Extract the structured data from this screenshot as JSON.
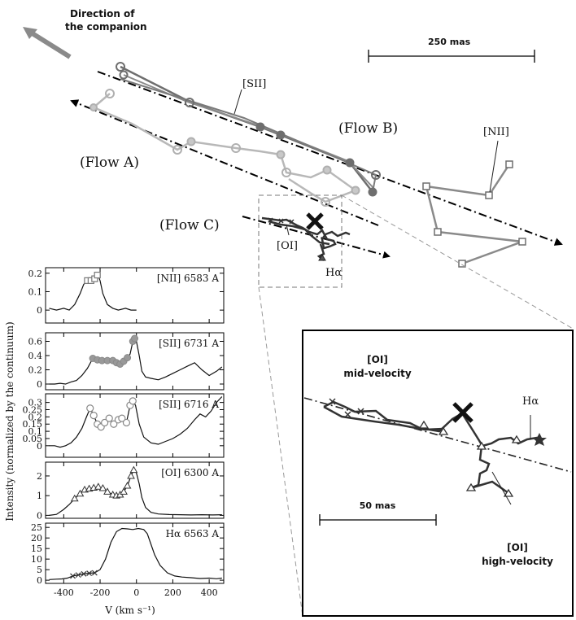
{
  "figure": {
    "companion_arrow_label_line1": "Direction of",
    "companion_arrow_label_line2": "the companion",
    "scale_bar_main": "250 mas",
    "label_flow_a": "(Flow A)",
    "label_flow_b": "(Flow B)",
    "label_flow_c": "(Flow C)",
    "label_sii": "[SII]",
    "label_nii": "[NII]",
    "label_oi": "[OI]",
    "label_halpha": "Hα",
    "inset": {
      "oi_mid_line1": "[OI]",
      "oi_mid_line2": "mid-velocity",
      "halpha": "Hα",
      "oi_high_line1": "[OI]",
      "oi_high_line2": "high-velocity",
      "scale_bar": "50 mas"
    },
    "colors": {
      "sii_dark": "#6e6e6e",
      "sii_light": "#b8b8b8",
      "nii": "#8a8a8a",
      "oi_halpha": "#333333",
      "axis": "#000000"
    }
  },
  "chart_data": {
    "type": "line",
    "shared_xlabel": "V (km s⁻¹)",
    "shared_ylabel": "Intensity (normalized by the continuum)",
    "xlim": [
      -500,
      480
    ],
    "x_ticks": [
      "-400",
      "-200",
      "0",
      "200",
      "400"
    ],
    "panels": [
      {
        "label": "[NII] 6583 A",
        "ylim": [
          -0.07,
          0.23
        ],
        "y_ticks": [
          "0.2",
          "0.1",
          "0"
        ],
        "x_range": [
          -480,
          0
        ],
        "spectrum": [
          [
            -480,
            0.01
          ],
          [
            -440,
            0.0
          ],
          [
            -400,
            0.01
          ],
          [
            -370,
            0.0
          ],
          [
            -340,
            0.03
          ],
          [
            -310,
            0.09
          ],
          [
            -290,
            0.14
          ],
          [
            -270,
            0.16
          ],
          [
            -250,
            0.16
          ],
          [
            -230,
            0.17
          ],
          [
            -215,
            0.2
          ],
          [
            -200,
            0.16
          ],
          [
            -185,
            0.09
          ],
          [
            -160,
            0.03
          ],
          [
            -130,
            0.01
          ],
          [
            -100,
            0.0
          ],
          [
            -60,
            0.01
          ],
          [
            -30,
            0.0
          ],
          [
            0,
            0.0
          ]
        ],
        "markers": [
          [
            -270,
            0.16
          ],
          [
            -250,
            0.16
          ],
          [
            -230,
            0.17
          ],
          [
            -215,
            0.19
          ]
        ]
      },
      {
        "label": "[SII] 6731 A",
        "ylim": [
          -0.08,
          0.72
        ],
        "y_ticks": [
          "0.6",
          "0.4",
          "0.2",
          "0"
        ],
        "x_range": [
          -480,
          480
        ],
        "spectrum": [
          [
            -480,
            0.0
          ],
          [
            -450,
            0.0
          ],
          [
            -420,
            0.01
          ],
          [
            -390,
            0.0
          ],
          [
            -360,
            0.03
          ],
          [
            -330,
            0.05
          ],
          [
            -300,
            0.12
          ],
          [
            -270,
            0.22
          ],
          [
            -240,
            0.36
          ],
          [
            -215,
            0.34
          ],
          [
            -190,
            0.33
          ],
          [
            -160,
            0.33
          ],
          [
            -130,
            0.33
          ],
          [
            -110,
            0.3
          ],
          [
            -90,
            0.28
          ],
          [
            -70,
            0.32
          ],
          [
            -50,
            0.37
          ],
          [
            -35,
            0.42
          ],
          [
            -20,
            0.6
          ],
          [
            -10,
            0.64
          ],
          [
            0,
            0.6
          ],
          [
            15,
            0.4
          ],
          [
            30,
            0.18
          ],
          [
            50,
            0.1
          ],
          [
            80,
            0.08
          ],
          [
            120,
            0.06
          ],
          [
            160,
            0.1
          ],
          [
            200,
            0.15
          ],
          [
            240,
            0.2
          ],
          [
            280,
            0.25
          ],
          [
            320,
            0.3
          ],
          [
            360,
            0.2
          ],
          [
            400,
            0.12
          ],
          [
            440,
            0.18
          ],
          [
            470,
            0.24
          ]
        ],
        "markers": [
          [
            -240,
            0.36
          ],
          [
            -215,
            0.34
          ],
          [
            -190,
            0.33
          ],
          [
            -160,
            0.33
          ],
          [
            -130,
            0.33
          ],
          [
            -110,
            0.3
          ],
          [
            -90,
            0.28
          ],
          [
            -70,
            0.32
          ],
          [
            -50,
            0.37
          ],
          [
            -20,
            0.6
          ],
          [
            -10,
            0.64
          ]
        ]
      },
      {
        "label": "[SII] 6716 A",
        "ylim": [
          -0.08,
          0.36
        ],
        "y_ticks": [
          "0.3",
          "0.25",
          "0.2",
          "0.15",
          "0.1",
          "0.05",
          "0"
        ],
        "x_range": [
          -480,
          480
        ],
        "spectrum": [
          [
            -480,
            0.0
          ],
          [
            -450,
            0.0
          ],
          [
            -420,
            -0.01
          ],
          [
            -390,
            0.0
          ],
          [
            -360,
            0.02
          ],
          [
            -330,
            0.06
          ],
          [
            -300,
            0.12
          ],
          [
            -275,
            0.2
          ],
          [
            -255,
            0.26
          ],
          [
            -235,
            0.21
          ],
          [
            -215,
            0.15
          ],
          [
            -195,
            0.13
          ],
          [
            -175,
            0.16
          ],
          [
            -150,
            0.19
          ],
          [
            -125,
            0.15
          ],
          [
            -100,
            0.18
          ],
          [
            -80,
            0.19
          ],
          [
            -55,
            0.16
          ],
          [
            -35,
            0.28
          ],
          [
            -20,
            0.31
          ],
          [
            -5,
            0.28
          ],
          [
            15,
            0.15
          ],
          [
            40,
            0.06
          ],
          [
            80,
            0.02
          ],
          [
            120,
            0.01
          ],
          [
            160,
            0.03
          ],
          [
            200,
            0.05
          ],
          [
            240,
            0.08
          ],
          [
            280,
            0.12
          ],
          [
            320,
            0.18
          ],
          [
            350,
            0.22
          ],
          [
            380,
            0.2
          ],
          [
            410,
            0.24
          ],
          [
            440,
            0.3
          ],
          [
            470,
            0.34
          ]
        ],
        "markers": [
          [
            -255,
            0.26
          ],
          [
            -235,
            0.21
          ],
          [
            -215,
            0.15
          ],
          [
            -195,
            0.13
          ],
          [
            -175,
            0.16
          ],
          [
            -150,
            0.19
          ],
          [
            -125,
            0.15
          ],
          [
            -100,
            0.18
          ],
          [
            -80,
            0.19
          ],
          [
            -55,
            0.16
          ],
          [
            -35,
            0.28
          ],
          [
            -20,
            0.31
          ]
        ]
      },
      {
        "label": "[OI] 6300 A",
        "ylim": [
          -0.15,
          2.7
        ],
        "y_ticks": [
          "2",
          "1",
          "0"
        ],
        "x_range": [
          -480,
          480
        ],
        "spectrum": [
          [
            -480,
            0.0
          ],
          [
            -440,
            0.05
          ],
          [
            -400,
            0.3
          ],
          [
            -370,
            0.55
          ],
          [
            -340,
            0.85
          ],
          [
            -310,
            1.1
          ],
          [
            -285,
            1.3
          ],
          [
            -260,
            1.35
          ],
          [
            -235,
            1.4
          ],
          [
            -210,
            1.45
          ],
          [
            -185,
            1.38
          ],
          [
            -160,
            1.2
          ],
          [
            -130,
            1.05
          ],
          [
            -110,
            1.0
          ],
          [
            -90,
            1.05
          ],
          [
            -70,
            1.2
          ],
          [
            -50,
            1.5
          ],
          [
            -30,
            2.0
          ],
          [
            -15,
            2.3
          ],
          [
            0,
            2.15
          ],
          [
            15,
            1.6
          ],
          [
            30,
            0.9
          ],
          [
            50,
            0.4
          ],
          [
            80,
            0.15
          ],
          [
            120,
            0.07
          ],
          [
            180,
            0.04
          ],
          [
            240,
            0.03
          ],
          [
            300,
            0.02
          ],
          [
            360,
            0.03
          ],
          [
            420,
            0.02
          ],
          [
            470,
            0.03
          ]
        ],
        "markers": [
          [
            -340,
            0.85
          ],
          [
            -310,
            1.1
          ],
          [
            -285,
            1.3
          ],
          [
            -260,
            1.35
          ],
          [
            -235,
            1.4
          ],
          [
            -210,
            1.45
          ],
          [
            -185,
            1.38
          ],
          [
            -160,
            1.2
          ],
          [
            -130,
            1.05
          ],
          [
            -110,
            1.0
          ],
          [
            -90,
            1.05
          ],
          [
            -70,
            1.2
          ],
          [
            -50,
            1.5
          ],
          [
            -30,
            2.0
          ],
          [
            -15,
            2.3
          ]
        ]
      },
      {
        "label": "Hα 6563 A",
        "ylim": [
          -1.5,
          27
        ],
        "y_ticks": [
          "25",
          "20",
          "15",
          "10",
          "5",
          "0"
        ],
        "x_range": [
          -480,
          480
        ],
        "spectrum": [
          [
            -480,
            0.3
          ],
          [
            -440,
            0.5
          ],
          [
            -410,
            0.6
          ],
          [
            -380,
            1.0
          ],
          [
            -350,
            2.0
          ],
          [
            -320,
            2.5
          ],
          [
            -290,
            3.0
          ],
          [
            -260,
            3.3
          ],
          [
            -230,
            3.5
          ],
          [
            -200,
            5.0
          ],
          [
            -170,
            10.0
          ],
          [
            -140,
            18.0
          ],
          [
            -110,
            23.0
          ],
          [
            -80,
            24.5
          ],
          [
            -50,
            24.3
          ],
          [
            -20,
            24.0
          ],
          [
            10,
            24.5
          ],
          [
            40,
            24.0
          ],
          [
            60,
            22.0
          ],
          [
            80,
            17.0
          ],
          [
            100,
            12.0
          ],
          [
            130,
            7.0
          ],
          [
            170,
            3.5
          ],
          [
            210,
            2.0
          ],
          [
            250,
            1.5
          ],
          [
            300,
            1.2
          ],
          [
            350,
            0.8
          ],
          [
            400,
            1.0
          ],
          [
            440,
            0.7
          ],
          [
            470,
            1.0
          ]
        ],
        "markers": [
          [
            -350,
            2.0
          ],
          [
            -320,
            2.5
          ],
          [
            -290,
            3.0
          ],
          [
            -260,
            3.3
          ],
          [
            -230,
            3.5
          ]
        ]
      }
    ]
  }
}
